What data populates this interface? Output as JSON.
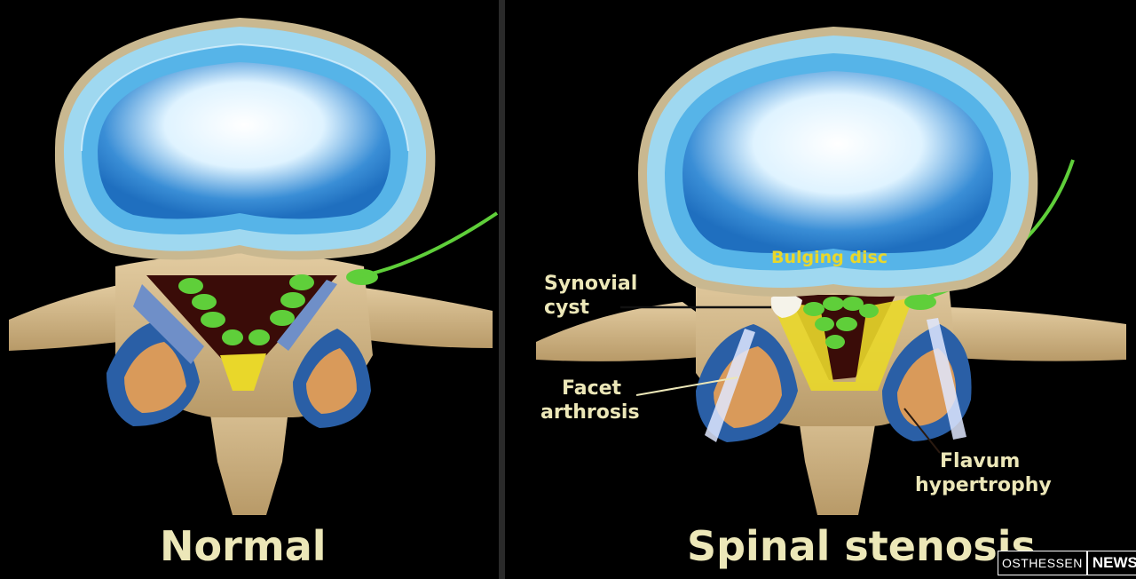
{
  "panels": {
    "normal": {
      "caption": "Normal"
    },
    "stenosis": {
      "caption": "Spinal stenosis"
    }
  },
  "labels": {
    "bulging_disc": "Bulging disc",
    "synovial_cyst_1": "Synovial",
    "synovial_cyst_2": "cyst",
    "facet_arthrosis_1": "Facet",
    "facet_arthrosis_2": "arthrosis",
    "flavum_hypertrophy_1": "Flavum",
    "flavum_hypertrophy_2": "hypertrophy"
  },
  "logo": {
    "part1": "OSTHESSEN",
    "part2": "NEWS"
  },
  "colors": {
    "disc_outer": "#9fd8f0",
    "disc_blue": "#2a86d0",
    "bone": "#cfb487",
    "nerve": "#5fcf3a",
    "ligament": "#e9d72a",
    "text": "#ece7b8"
  }
}
